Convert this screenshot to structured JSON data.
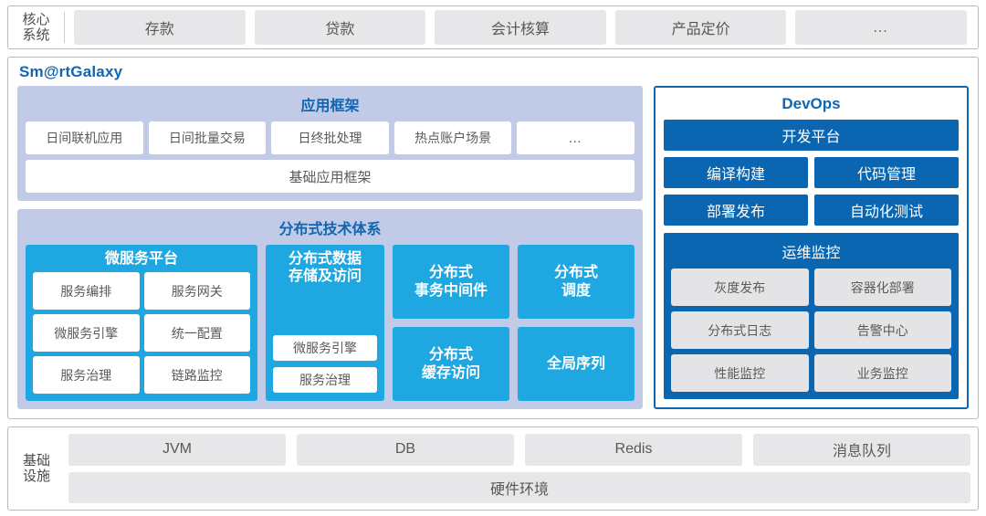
{
  "core_row": {
    "label_line1": "核心",
    "label_line2": "系统",
    "items": [
      {
        "label": "存款"
      },
      {
        "label": "贷款"
      },
      {
        "label": "会计核算"
      },
      {
        "label": "产品定价"
      },
      {
        "label": "…"
      }
    ]
  },
  "galaxy": {
    "title": "Sm@rtGalaxy",
    "app_framework": {
      "title": "应用框架",
      "chips": [
        {
          "label": "日间联机应用"
        },
        {
          "label": "日间批量交易"
        },
        {
          "label": "日终批处理"
        },
        {
          "label": "热点账户场景"
        },
        {
          "label": "…"
        }
      ],
      "base_bar": "基础应用框架"
    },
    "dist_tech": {
      "title": "分布式技术体系",
      "microservice_platform": {
        "title": "微服务平台",
        "chips": [
          {
            "label": "服务编排"
          },
          {
            "label": "服务网关"
          },
          {
            "label": "微服务引擎"
          },
          {
            "label": "统一配置"
          },
          {
            "label": "服务治理"
          },
          {
            "label": "链路监控"
          }
        ]
      },
      "data_storage": {
        "title_line1": "分布式数据",
        "title_line2": "存储及访问",
        "chips": [
          {
            "label": "微服务引擎"
          },
          {
            "label": "服务治理"
          }
        ]
      },
      "tiles_col1": [
        {
          "line1": "分布式",
          "line2": "事务中间件"
        },
        {
          "line1": "分布式",
          "line2": "缓存访问"
        }
      ],
      "tiles_col2": [
        {
          "line1": "分布式",
          "line2": "调度"
        },
        {
          "line1": "全局序列",
          "line2": ""
        }
      ]
    }
  },
  "devops": {
    "title": "DevOps",
    "platform_bar": "开发平台",
    "duo": [
      {
        "label": "编译构建"
      },
      {
        "label": "代码管理"
      },
      {
        "label": "部署发布"
      },
      {
        "label": "自动化测试"
      }
    ],
    "ops_monitor": {
      "title": "运维监控",
      "chips": [
        {
          "label": "灰度发布"
        },
        {
          "label": "容器化部署"
        },
        {
          "label": "分布式日志"
        },
        {
          "label": "告警中心"
        },
        {
          "label": "性能监控"
        },
        {
          "label": "业务监控"
        }
      ]
    }
  },
  "infrastructure": {
    "label_line1": "基础",
    "label_line2": "设施",
    "items": [
      {
        "label": "JVM"
      },
      {
        "label": "DB"
      },
      {
        "label": "Redis"
      },
      {
        "label": "消息队列"
      }
    ],
    "hardware_bar": "硬件环境"
  },
  "colors": {
    "brand_blue": "#1265b0",
    "devops_blue": "#0a66b0",
    "cyan": "#1ea7e0",
    "lavender": "#c1cbe8",
    "grey_chip": "#e7e7e9",
    "panel_border": "#b9b9bd"
  }
}
